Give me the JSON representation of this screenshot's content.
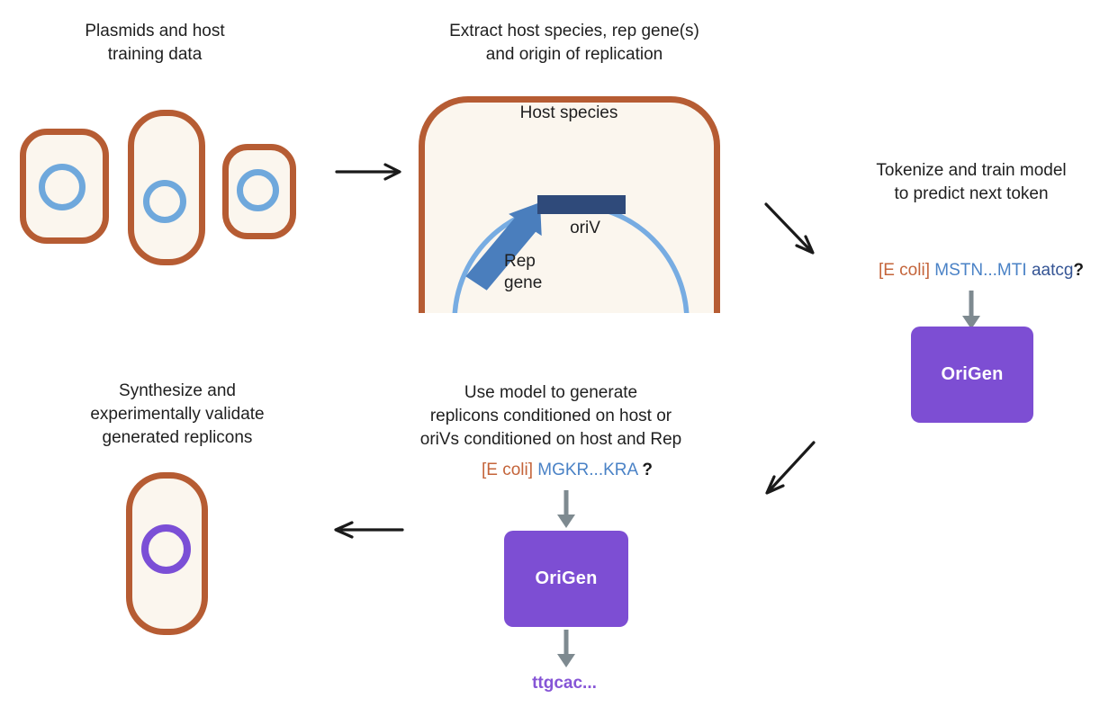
{
  "figure": {
    "description_title": "OriGen plasmid replicon generation workflow"
  },
  "steps": {
    "training_data": {
      "title": "Plasmids and host\ntraining data"
    },
    "extract": {
      "title": "Extract host species, rep gene(s)\nand origin of replication",
      "host_label": "Host species",
      "oriv_label": "oriV",
      "rep_label": "Rep\ngene"
    },
    "tokenize": {
      "title": "Tokenize and train model\nto predict next token",
      "prompt_host": "[E coli]",
      "prompt_protein": "MSTN...MTI",
      "prompt_dna": "aatcg",
      "prompt_query": "?",
      "model_label": "OriGen"
    },
    "generate": {
      "title": "Use model to generate\nreplicons conditioned on host or\noriVs conditioned on host and Rep",
      "prompt_host": "[E coli]",
      "prompt_protein": "MGKR...KRA",
      "prompt_query": "?",
      "model_label": "OriGen",
      "output": "ttgcac..."
    },
    "validate": {
      "title": "Synthesize and\nexperimentally validate\ngenerated replicons"
    }
  },
  "icons": {
    "flow_arrows": [
      "arrow-right-icon",
      "arrow-down-right-icon",
      "arrow-down-left-icon",
      "arrow-left-icon"
    ],
    "model_io_arrows": [
      "arrow-down-icon"
    ]
  },
  "colors": {
    "cell_border": "#B65C33",
    "cell_fill": "#FBF6EE",
    "plasmid_blue": "#6FA8DC",
    "plasmid_arc_blue": "#77ACE2",
    "rep_arrow_blue": "#4A7EBD",
    "oriv_navy": "#2F4A7A",
    "model_purple": "#7D4ED3",
    "generated_ring_purple": "#7B4FD6",
    "host_token_orange": "#C4643A",
    "protein_token_blue": "#4A82C6",
    "dna_token_navy": "#345494",
    "output_purple": "#8655D6",
    "gray_arrow": "#7E8A90",
    "black_arrow": "#1A1A1A"
  }
}
